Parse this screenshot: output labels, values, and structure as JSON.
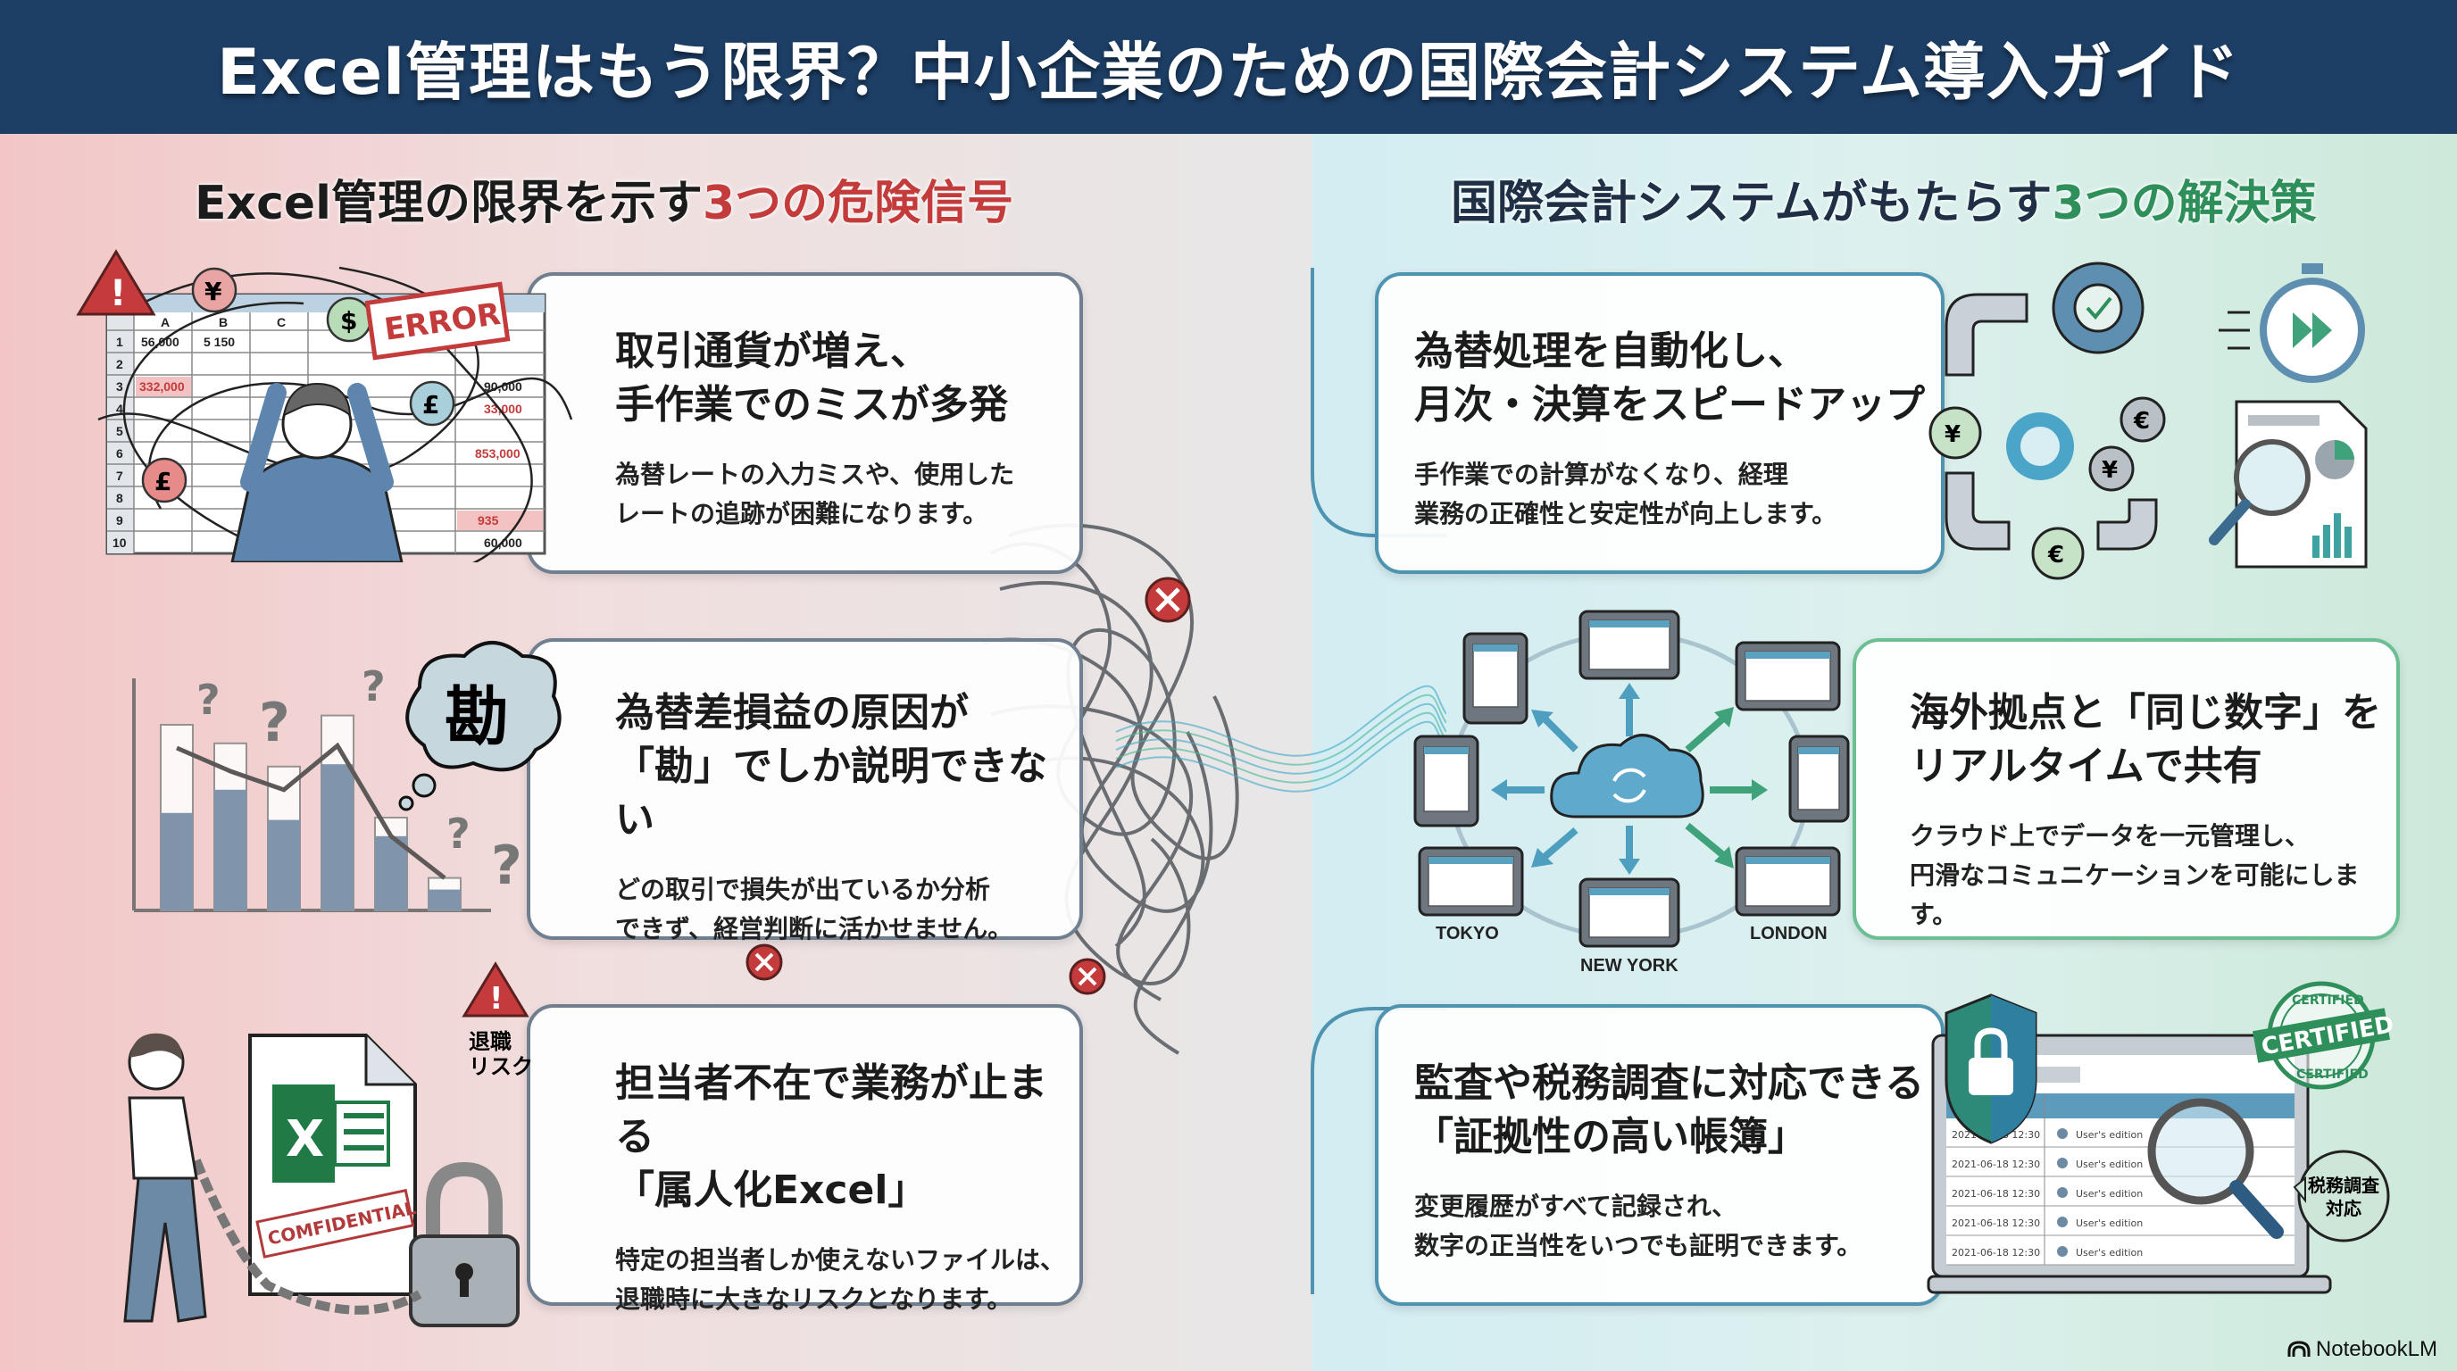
{
  "header": {
    "title": "Excel管理はもう限界？中小企業のための国際会計システム導入ガイド"
  },
  "left": {
    "heading_main": "Excel管理の限界を示す",
    "heading_accent": "3つの危険信号",
    "accent_color": "#c33b3b",
    "cards": [
      {
        "title": "取引通貨が増え、\n手作業でのミスが多発",
        "desc": "為替レートの入力ミスや、使用した\nレートの追跡が困難になります。"
      },
      {
        "title": "為替差損益の原因が\n「勘」でしか説明できない",
        "desc": "どの取引で損失が出ているか分析\nできず、経営判断に活かせません。"
      },
      {
        "title": "担当者不在で業務が止まる\n「属人化Excel」",
        "desc": "特定の担当者しか使えないファイルは、\n退職時に大きなリスクとなります。"
      }
    ],
    "illus1": {
      "stamp": "ERROR",
      "col_headers": [
        "A",
        "B",
        "C"
      ],
      "row_numbers": [
        "1",
        "2",
        "3",
        "4",
        "5",
        "6",
        "7",
        "8",
        "9",
        "10"
      ],
      "cells_left": [
        "56,000",
        "5 150",
        "332,000"
      ],
      "cells_right": [
        "90,000",
        "33,000",
        "853,000",
        "935",
        "60,000"
      ],
      "currency": [
        "¥",
        "$",
        "£",
        "£"
      ]
    },
    "illus2": {
      "bubble": "勘",
      "chart_bars": [
        80,
        72,
        62,
        84,
        40,
        14
      ],
      "chart_dark": [
        42,
        52,
        39,
        63,
        32,
        9
      ],
      "chart_line": [
        70,
        60,
        52,
        71,
        32,
        14
      ]
    },
    "illus3": {
      "warning_label": "退職\nリスク",
      "stamp": "COMFIDENTIAL",
      "excel_letter": "X"
    }
  },
  "right": {
    "heading_main": "国際会計システムがもたらす",
    "heading_accent": "3つの解決策",
    "accent_color": "#2f8f5a",
    "cards": [
      {
        "title": "為替処理を自動化し、\n月次・決算をスピードアップ",
        "desc": "手作業での計算がなくなり、経理\n業務の正確性と安定性が向上します。"
      },
      {
        "title": "海外拠点と「同じ数字」を\nリアルタイムで共有",
        "desc": "クラウド上でデータを一元管理し、\n円滑なコミュニケーションを可能にします。"
      },
      {
        "title": "監査や税務調査に対応できる\n「証拠性の高い帳簿」",
        "desc": "変更履歴がすべて記録され、\n数字の正当性をいつでも証明できます。"
      }
    ],
    "illus1": {
      "currency": [
        "¥",
        "€",
        "¥",
        "€"
      ]
    },
    "illus2": {
      "cities": [
        "TOKYO",
        "NEW YORK",
        "LONDON"
      ]
    },
    "illus3": {
      "stamp_main": "CERTIFIED",
      "stamp_ring": "CERTIFIED",
      "bubble": "税務調査\n対応",
      "log_rows": [
        {
          "date": "2021-06-18 12:30",
          "action": "User's edition"
        },
        {
          "date": "2021-06-18 12:30",
          "action": "User's edition"
        },
        {
          "date": "2021-06-18 12:30",
          "action": "User's edition"
        },
        {
          "date": "2021-06-18 12:30",
          "action": "User's edition"
        },
        {
          "date": "2021-06-18 12:30",
          "action": "User's edition"
        }
      ]
    }
  },
  "footer": {
    "brand": "NotebookLM"
  }
}
